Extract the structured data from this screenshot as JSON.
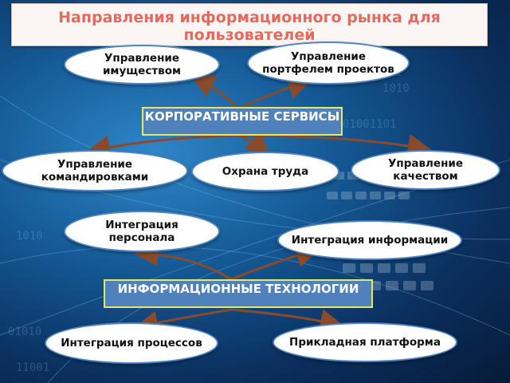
{
  "title": "Направления информационного рынка для пользователей",
  "corporate": {
    "label": "КОРПОРАТИВНЫЕ СЕРВИСЫ",
    "items": [
      "Управление имуществом",
      "Управление портфелем проектов",
      "Управление командировками",
      "Охрана труда",
      "Управление качеством"
    ]
  },
  "it": {
    "label": "ИНФОРМАЦИОННЫЕ ТЕХНОЛОГИИ",
    "items": [
      "Интеграция персонала",
      "Интеграция информации",
      "Интеграция процессов",
      "Прикладная платформа"
    ]
  },
  "colors": {
    "title_text": "#e26a5f",
    "box_fill": "#4f81bd",
    "box_border": "#e3e86a",
    "ellipse_border": "#4c84c4",
    "arrow": "#8a4b2a"
  }
}
